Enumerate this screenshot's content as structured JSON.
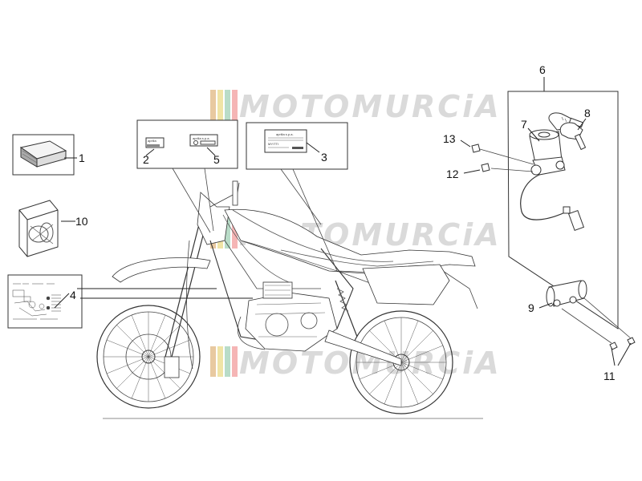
{
  "watermark": {
    "text": "MOTOMURCiA",
    "stripe_colors": [
      "#e8c9a0",
      "#f0e4a6",
      "#b9dcc8",
      "#f5b5b5"
    ]
  },
  "callouts": {
    "c1": "1",
    "c2": "2",
    "c3": "3",
    "c4": "4",
    "c5": "5",
    "c6": "6",
    "c7": "7",
    "c8": "8",
    "c9": "9",
    "c10": "10",
    "c11": "11",
    "c12": "12",
    "c13": "13"
  },
  "decals": {
    "aprilia": "aprilia",
    "aprilia_spa": "aprilia s.p.a.",
    "model": "MY/TTI"
  }
}
